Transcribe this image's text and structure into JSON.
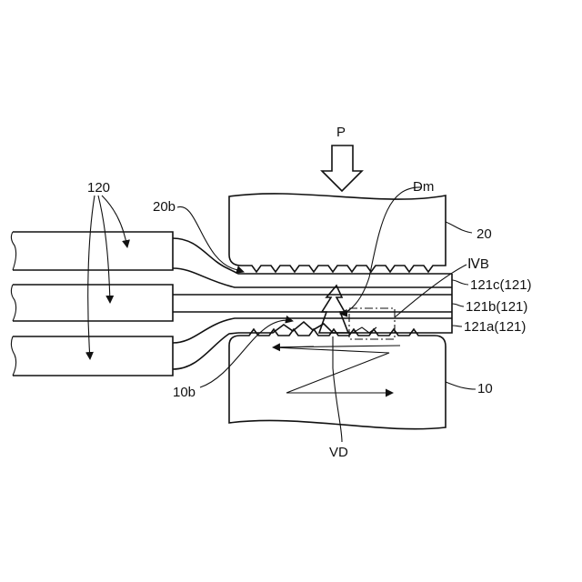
{
  "labels": {
    "pressure": "P",
    "die_mark": "Dm",
    "lead_group": "120",
    "upper_face": "20b",
    "upper_tool": "20",
    "section_ref": "ⅣB",
    "layer_c": "121c(121)",
    "layer_b": "121b(121)",
    "layer_a": "121a(121)",
    "lower_face": "10b",
    "lower_tool": "10",
    "vibration_dir": "VD"
  }
}
